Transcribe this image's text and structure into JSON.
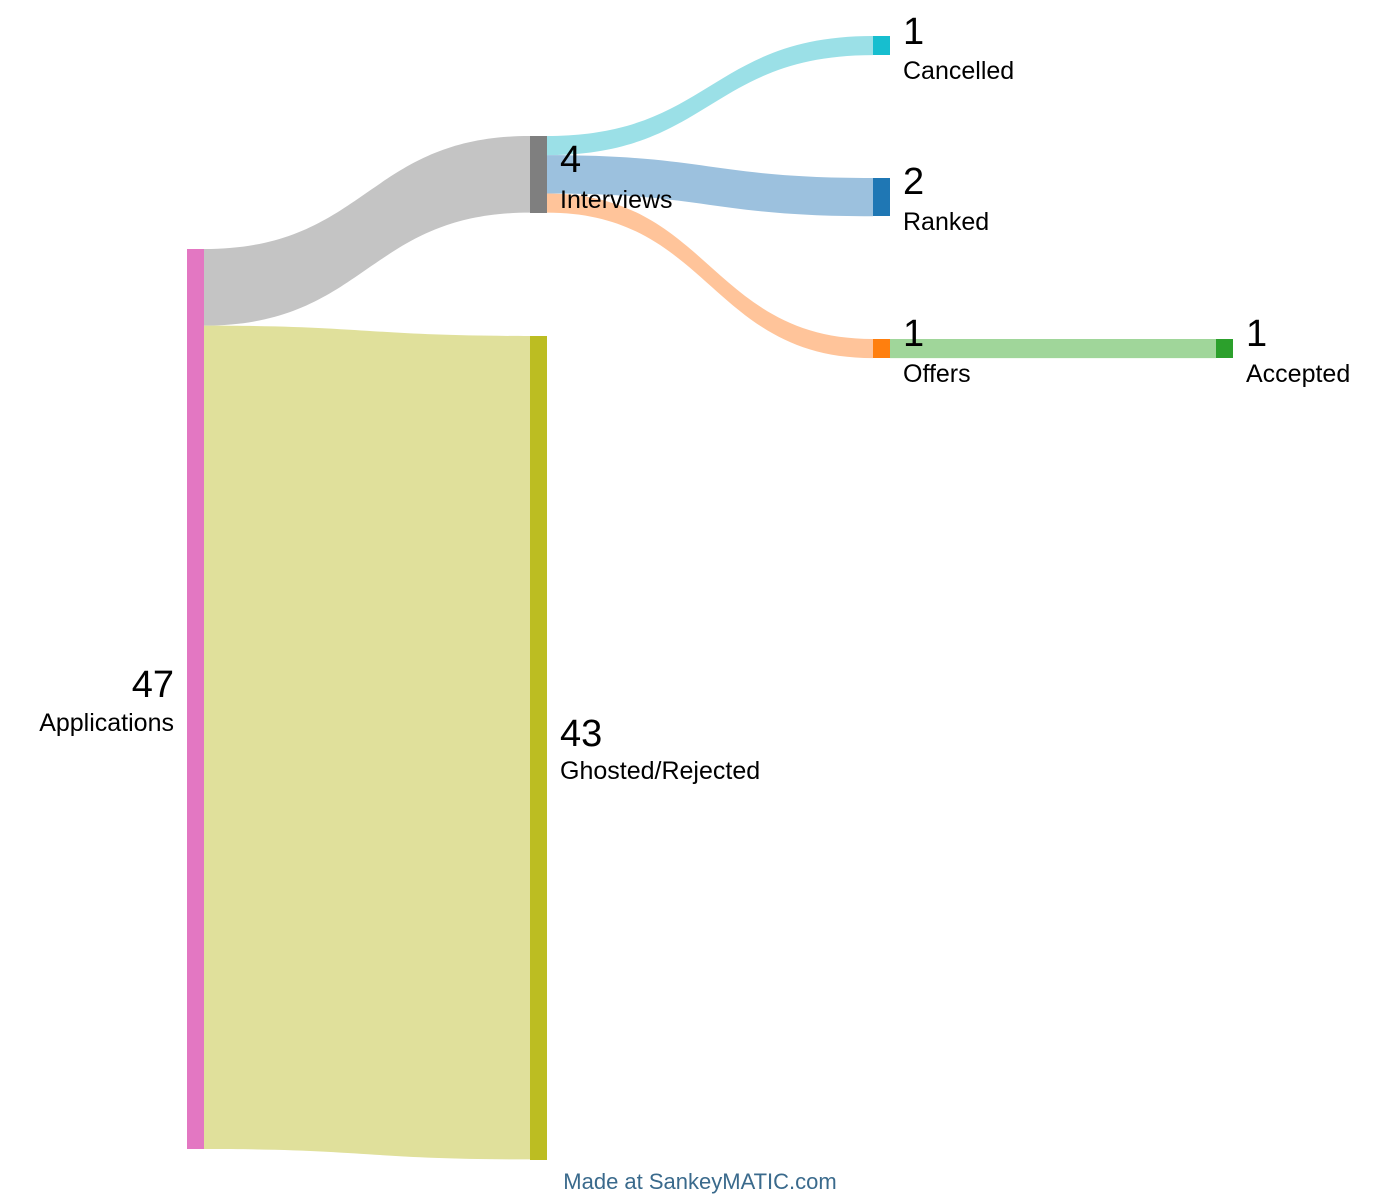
{
  "diagram": {
    "type": "sankey",
    "nodes": [
      {
        "id": "applications",
        "label": "Applications",
        "value": "47",
        "color": "#e377c2"
      },
      {
        "id": "interviews",
        "label": "Interviews",
        "value": "4",
        "color": "#7f7f7f"
      },
      {
        "id": "ghosted",
        "label": "Ghosted/Rejected",
        "value": "43",
        "color": "#bcbd22"
      },
      {
        "id": "cancelled",
        "label": "Cancelled",
        "value": "1",
        "color": "#17becf"
      },
      {
        "id": "ranked",
        "label": "Ranked",
        "value": "2",
        "color": "#1f77b4"
      },
      {
        "id": "offers",
        "label": "Offers",
        "value": "1",
        "color": "#ff7f0e"
      },
      {
        "id": "accepted",
        "label": "Accepted",
        "value": "1",
        "color": "#2ca02c"
      }
    ],
    "flows": [
      {
        "source": "applications",
        "target": "interviews",
        "value": 4,
        "color": "#c4c4c4"
      },
      {
        "source": "applications",
        "target": "ghosted",
        "value": 43,
        "color": "#e0e09b"
      },
      {
        "source": "interviews",
        "target": "cancelled",
        "value": 1,
        "color": "#9be0e7"
      },
      {
        "source": "interviews",
        "target": "ranked",
        "value": 2,
        "color": "#9cc1de"
      },
      {
        "source": "interviews",
        "target": "offers",
        "value": 1,
        "color": "#ffc49a"
      },
      {
        "source": "offers",
        "target": "accepted",
        "value": 1,
        "color": "#a0d69a"
      }
    ]
  },
  "footer": {
    "credit": "Made at SankeyMATIC.com"
  }
}
